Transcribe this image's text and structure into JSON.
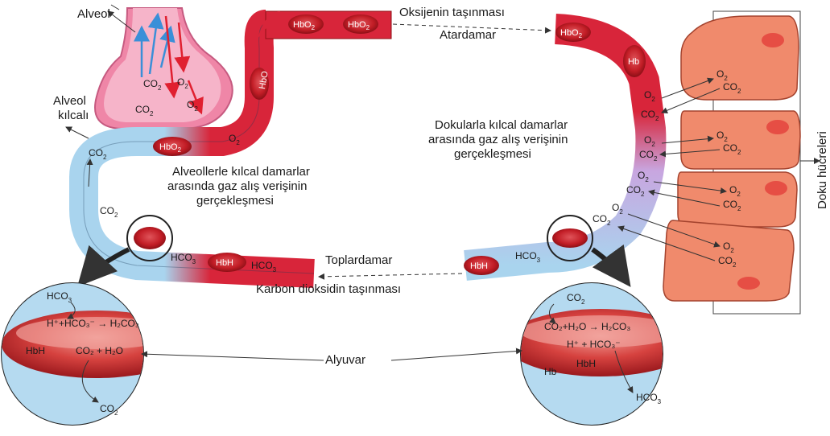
{
  "labels": {
    "alveol": "Alveol",
    "alveol_kilcali_1": "Alveol",
    "alveol_kilcali_2": "kılcalı",
    "oksijen_tasinmasi": "Oksijenin taşınması",
    "atardamar": "Atardamar",
    "toplardamar": "Toplardamar",
    "karbon_tasinmasi": "Karbon dioksidin taşınması",
    "alveol_gaz_1": "Alveollerle kılcal damarlar",
    "alveol_gaz_2": "arasında gaz alış verişinin",
    "alveol_gaz_3": "gerçekleşmesi",
    "doku_gaz_1": "Dokularla kılcal damarlar",
    "doku_gaz_2": "arasında gaz alış verişinin",
    "doku_gaz_3": "gerçekleşmesi",
    "doku_hucreleri": "Doku hücreleri",
    "alyuvar": "Alyuvar"
  },
  "chem": {
    "co2": "CO",
    "o2": "O",
    "hbo2": "HbO",
    "hb": "Hb",
    "hbh": "HbH",
    "hco3": "HCO",
    "left_eq1": "H⁺+HCO₃⁻ → H₂CO₃",
    "left_eq2": "CO₂ + H₂O",
    "right_eq1": "CO₂+H₂O → H₂CO₃",
    "right_eq2": "H⁺ + HCO₃⁻",
    "sub2": "2",
    "sub3": "3",
    "minus": "-"
  },
  "colors": {
    "artery": "#d8253a",
    "vein": "#a9d4ee",
    "alveolus": "#ef86a7",
    "tissue": "#f08a6c",
    "rbc": "#b3141c",
    "zoom_bg": "#b5daf0"
  }
}
